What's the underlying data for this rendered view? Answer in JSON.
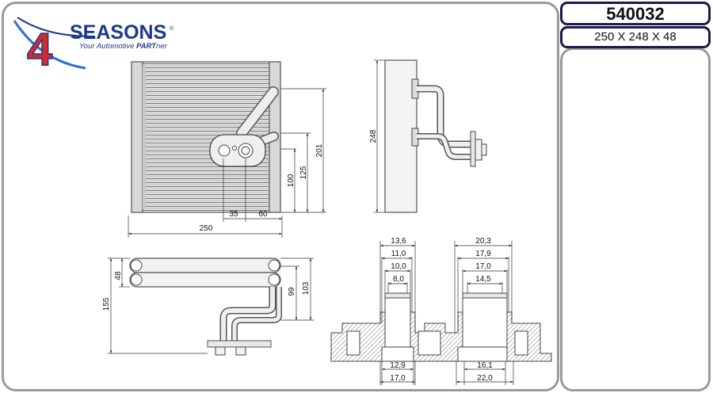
{
  "brand": {
    "numeral": "4",
    "name": "SEASONS",
    "registered": "®",
    "tagline_prefix": "Your Automotive ",
    "tagline_bold": "PART",
    "tagline_suffix": "ner",
    "colors": {
      "red": "#d42a2a",
      "navy": "#1d3a8a",
      "accent_blue": "#2f6fd6"
    }
  },
  "part": {
    "number": "540032",
    "dimensions": "250 X 248 X 48"
  },
  "front_view": {
    "width": "250",
    "height_overall": "201",
    "height_upper_port": "125",
    "height_lower_port": "100",
    "offset_a": "35",
    "offset_b": "60"
  },
  "side_view": {
    "height": "248"
  },
  "top_view": {
    "depth": "48",
    "pipe_height": "155",
    "dim_99": "99",
    "dim_103": "103"
  },
  "section_left": {
    "top": [
      "13,6",
      "11,0",
      "10,0",
      "8,0"
    ],
    "bottom": [
      "12,9",
      "17,0"
    ]
  },
  "section_right": {
    "top": [
      "20,3",
      "17,9",
      "17,0",
      "14,5"
    ],
    "bottom": [
      "16,1",
      "22,0"
    ]
  }
}
